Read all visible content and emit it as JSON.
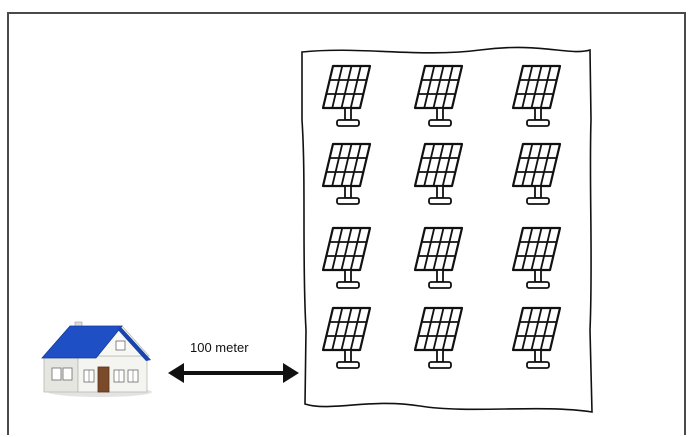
{
  "distance": {
    "label": "100 meter"
  },
  "solar_field": {
    "rows": 4,
    "columns": 3,
    "panel_count": 12
  },
  "colors": {
    "roof": "#1f4fc4",
    "house_wall": "#f2f2ee",
    "door": "#7a4a2a",
    "outline": "#111111"
  },
  "icons": {
    "house": "house-icon",
    "solar_panel": "solar-panel-icon",
    "distance_arrow": "double-arrow-icon"
  }
}
